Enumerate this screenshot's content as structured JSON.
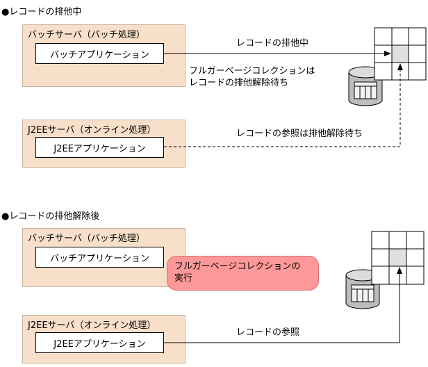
{
  "section1": {
    "title": "●レコードの排他中",
    "batch_server_label": "バッチサーバ（バッチ処理）",
    "batch_app_label": "バッチアプリケーション",
    "j2ee_server_label": "J2EEサーバ（オンライン処理）",
    "j2ee_app_label": "J2EEアプリケーション",
    "lock_arrow_label": "レコードの排他中",
    "gc_note_line1": "フルガーベージコレクションは",
    "gc_note_line2": "レコードの排他解除待ち",
    "wait_arrow_label": "レコードの参照は排他解除待ち"
  },
  "section2": {
    "title": "●レコードの排他解除後",
    "batch_server_label": "バッチサーバ（バッチ処理）",
    "batch_app_label": "バッチアプリケーション",
    "gc_bubble_line1": "フルガーベージコレクションの",
    "gc_bubble_line2": "実行",
    "j2ee_server_label": "J2EEサーバ（オンライン処理）",
    "j2ee_app_label": "J2EEアプリケーション",
    "ref_arrow_label": "レコードの参照"
  },
  "colors": {
    "server_fill": "#f7dfc9",
    "gc_bubble_fill": "#ff9999",
    "highlight_cell": "#e0e0e0"
  }
}
